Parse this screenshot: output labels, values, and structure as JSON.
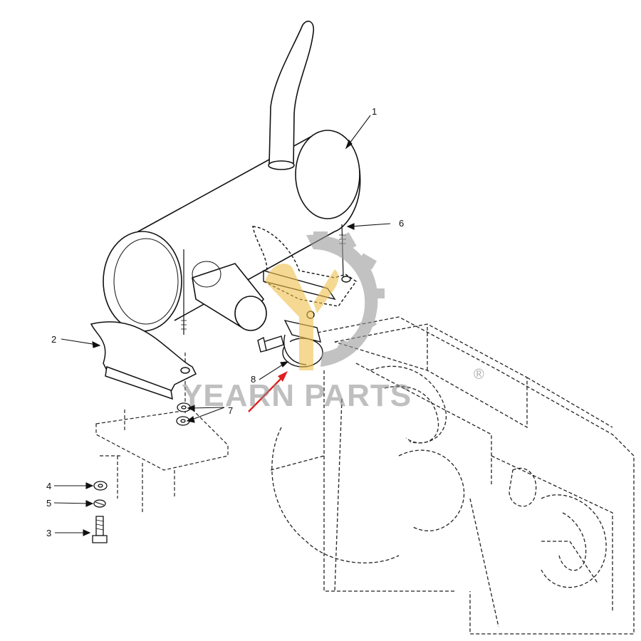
{
  "callouts": [
    {
      "id": "1",
      "label": "1"
    },
    {
      "id": "2",
      "label": "2"
    },
    {
      "id": "3",
      "label": "3"
    },
    {
      "id": "4",
      "label": "4"
    },
    {
      "id": "5",
      "label": "5"
    },
    {
      "id": "6",
      "label": "6"
    },
    {
      "id": "7",
      "label": "7"
    },
    {
      "id": "8",
      "label": "8"
    }
  ],
  "watermark": {
    "brand": "YEARN PARTS",
    "registered_mark": "®",
    "logo_color": "#f0c14b",
    "gear_color": "#9a9a9a"
  },
  "highlight_arrow_color": "#e02020"
}
